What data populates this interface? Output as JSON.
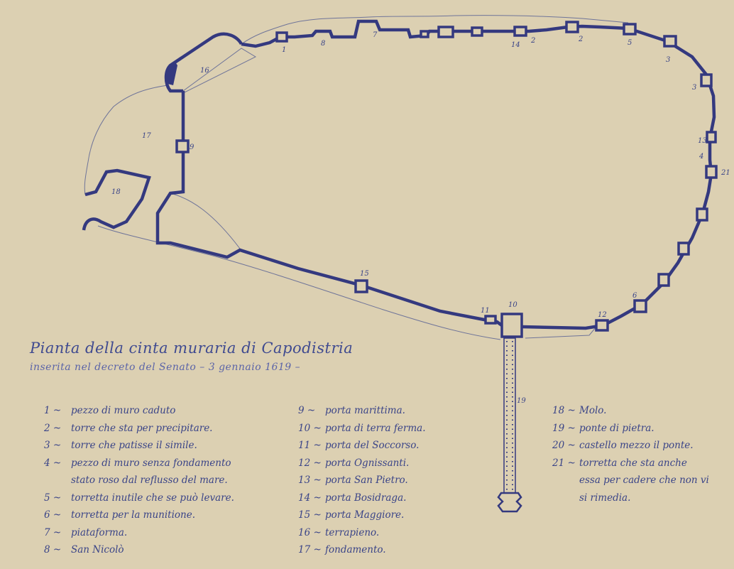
{
  "title": "Pianta della cinta muraria di Capodistria",
  "subtitle": "inserita nel decreto del Senato – 3 gennaio 1619 –",
  "labels": {
    "l1": "1",
    "l8": "8",
    "l7": "7",
    "l14": "14",
    "l2a": "2",
    "l2b": "2",
    "l5": "5",
    "l3a": "3",
    "l3b": "3",
    "l13": "13",
    "l4": "4",
    "l21": "21",
    "l6": "6",
    "l12": "12",
    "l10": "10",
    "l11": "11",
    "l15": "15",
    "l9": "9",
    "l16": "16",
    "l17": "17",
    "l18": "18",
    "l19": "19"
  },
  "legend": {
    "col1": [
      {
        "num": "1 ~",
        "text": "pezzo di muro caduto"
      },
      {
        "num": "2 ~",
        "text": "torre che sta per precipitare."
      },
      {
        "num": "3 ~",
        "text": "torre che patisse il simile."
      },
      {
        "num": "4 ~",
        "text": "pezzo di muro senza fondamento"
      },
      {
        "num": "",
        "text": "stato roso dal reflusso del mare."
      },
      {
        "num": "5 ~",
        "text": "torretta inutile che se può levare."
      },
      {
        "num": "6 ~",
        "text": "torretta per la munitione."
      },
      {
        "num": "7 ~",
        "text": "piataforma."
      },
      {
        "num": "8 ~",
        "text": "San Nicolò"
      }
    ],
    "col2": [
      {
        "num": "9 ~",
        "text": "porta marittima."
      },
      {
        "num": "10 ~",
        "text": "porta di terra ferma."
      },
      {
        "num": "11 ~",
        "text": "porta del Soccorso."
      },
      {
        "num": "12 ~",
        "text": "porta Ognissanti."
      },
      {
        "num": "13 ~",
        "text": "porta San Pietro."
      },
      {
        "num": "14 ~",
        "text": "porta Bosidraga."
      },
      {
        "num": "15 ~",
        "text": "porta Maggiore."
      },
      {
        "num": "16 ~",
        "text": "terrapieno."
      },
      {
        "num": "17 ~",
        "text": "fondamento."
      }
    ],
    "col3": [
      {
        "num": "18 ~",
        "text": "Molo."
      },
      {
        "num": "19 ~",
        "text": "ponte di pietra."
      },
      {
        "num": "20 ~",
        "text": "castello mezzo il ponte."
      },
      {
        "num": "21 ~",
        "text": "torretta che sta anche"
      },
      {
        "num": "",
        "text": "essa per cadere che non vi"
      },
      {
        "num": "",
        "text": "si rimedia."
      }
    ]
  },
  "colors": {
    "paper": "#dcd0b2",
    "ink": "#3a4488",
    "wall": "#34397f",
    "pencil": "#6f7499"
  }
}
